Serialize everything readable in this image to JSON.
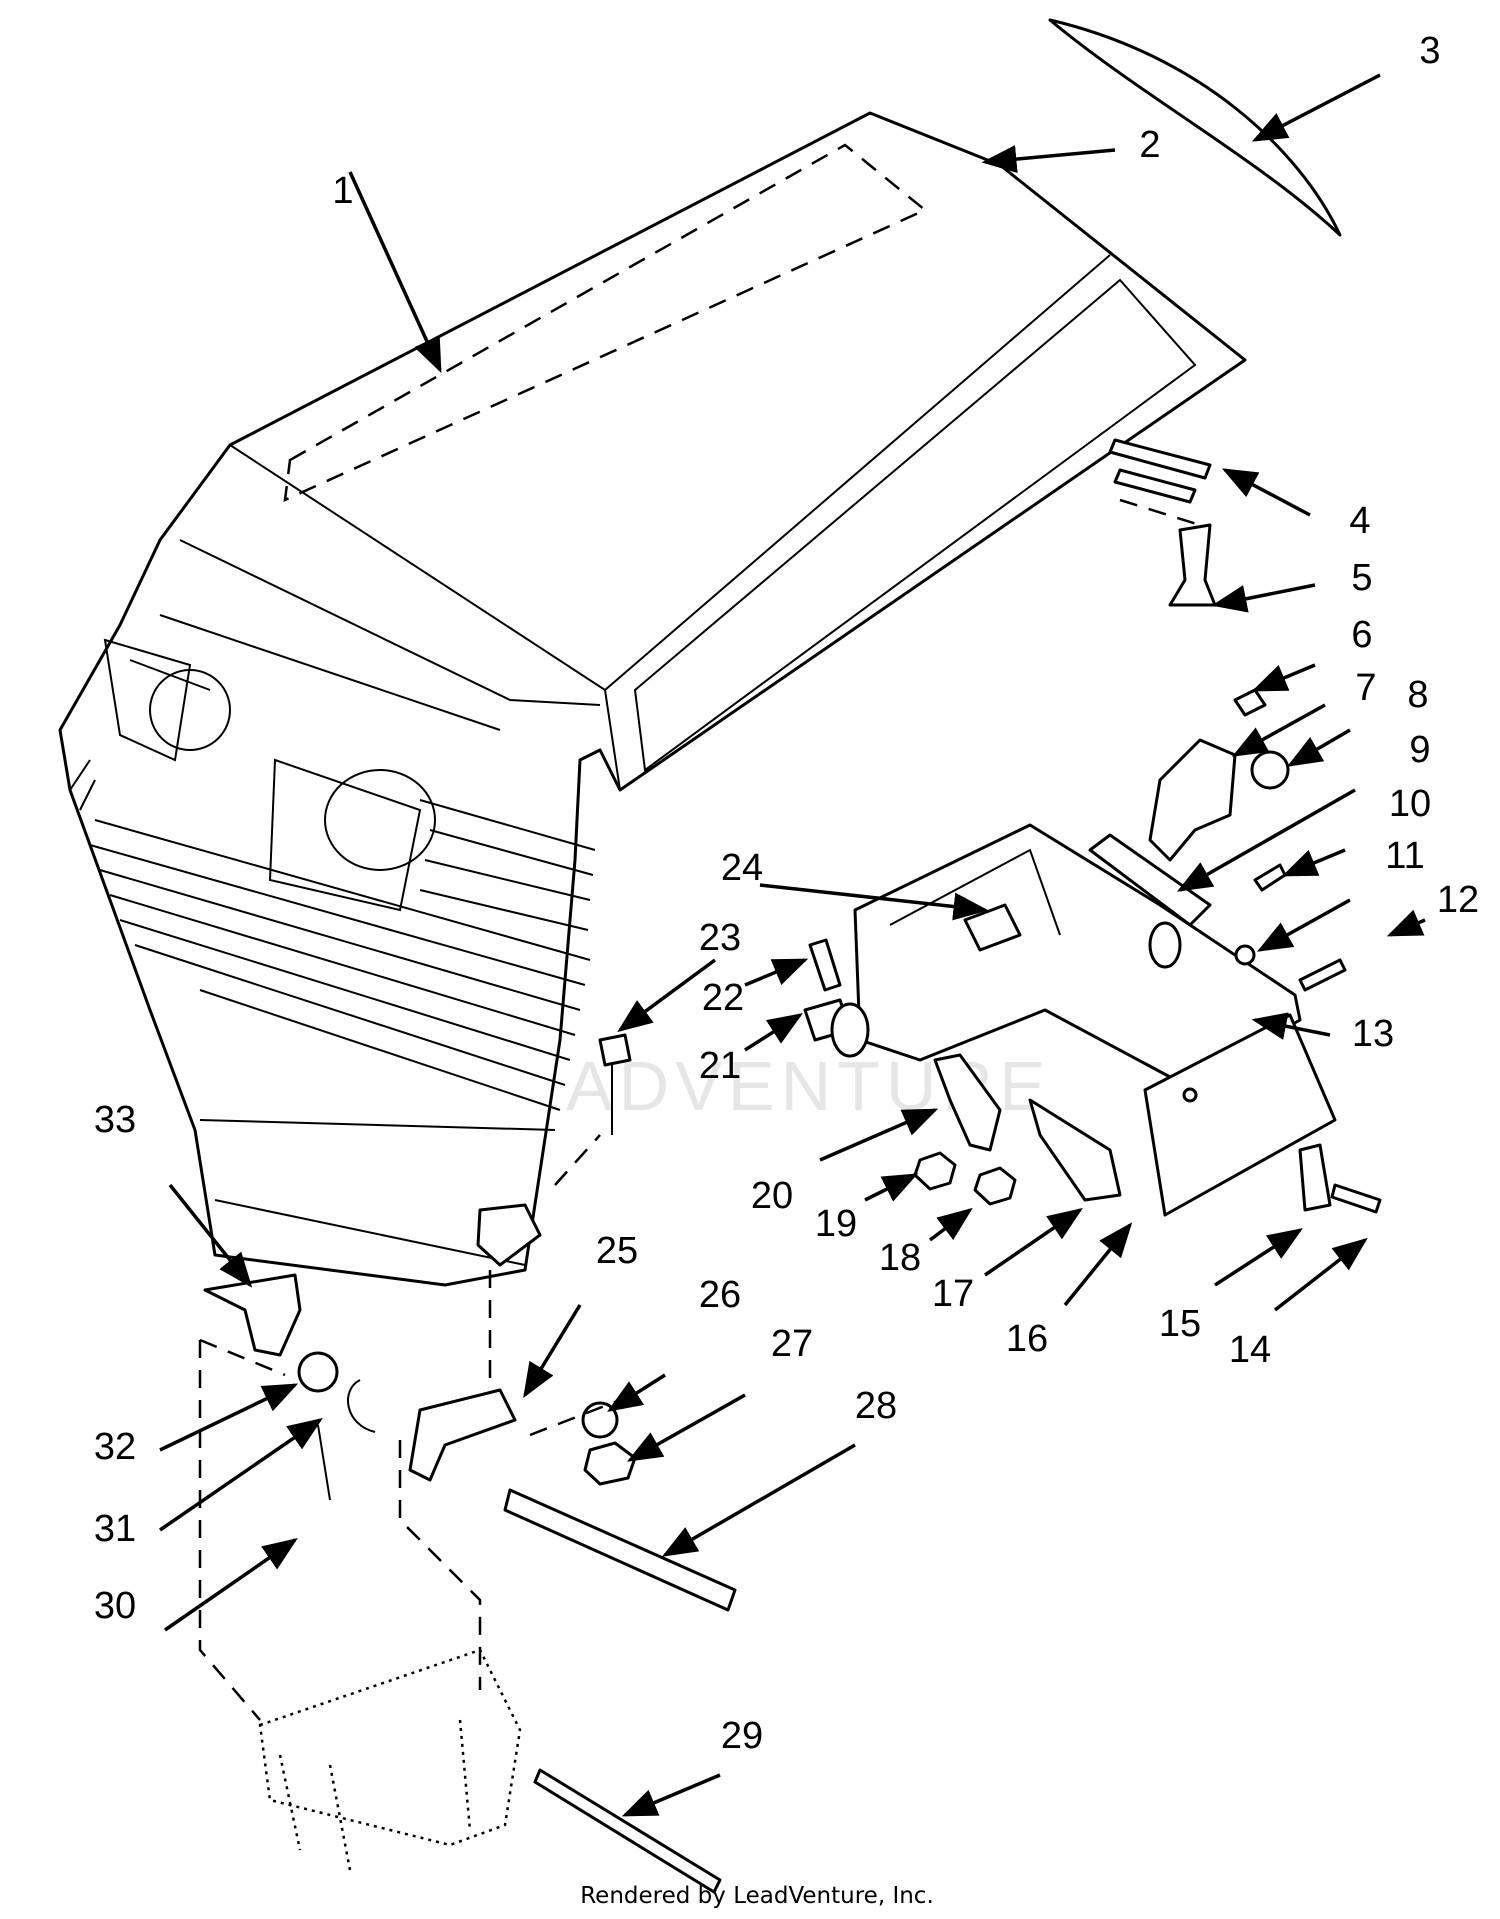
{
  "callouts": [
    "1",
    "2",
    "3",
    "4",
    "5",
    "6",
    "7",
    "8",
    "9",
    "10",
    "11",
    "12",
    "13",
    "14",
    "15",
    "16",
    "17",
    "18",
    "19",
    "20",
    "21",
    "22",
    "23",
    "24",
    "25",
    "26",
    "27",
    "28",
    "29",
    "30",
    "31",
    "32",
    "33"
  ],
  "watermark": "LEADVENTURE",
  "footer": "Rendered by LeadVenture, Inc."
}
